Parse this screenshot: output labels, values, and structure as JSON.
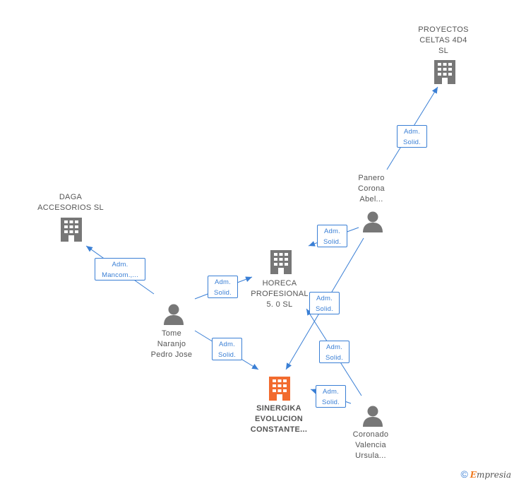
{
  "nodes": {
    "proyectos": {
      "label": "PROYECTOS\nCELTAS 4D4\nSL",
      "type": "company"
    },
    "daga": {
      "label": "DAGA\nACCESORIOS SL",
      "type": "company"
    },
    "horeca": {
      "label": "HORECA\nPROFESIONAL\n5. 0  SL",
      "type": "company"
    },
    "sinergika": {
      "label": "SINERGIKA\nEVOLUCION\nCONSTANTE...",
      "type": "company-main"
    },
    "panero": {
      "label": "Panero\nCorona\nAbel...",
      "type": "person"
    },
    "tome": {
      "label": "Tome\nNaranjo\nPedro Jose",
      "type": "person"
    },
    "coronado": {
      "label": "Coronado\nValencia\nUrsula...",
      "type": "person"
    }
  },
  "relations": [
    {
      "line1": "Adm.",
      "line2": "Solid."
    },
    {
      "line1": "Adm.",
      "line2": "Solid."
    },
    {
      "line1": "Adm.",
      "line2": "Mancom.,..."
    },
    {
      "line1": "Adm.",
      "line2": "Solid."
    },
    {
      "line1": "Adm.",
      "line2": "Solid."
    },
    {
      "line1": "Adm.",
      "line2": "Solid."
    },
    {
      "line1": "Adm.",
      "line2": "Solid."
    },
    {
      "line1": "Adm.",
      "line2": "Solid."
    }
  ],
  "colors": {
    "edge": "#3a7fd5",
    "company": "#777777",
    "main_company": "#f26b2e",
    "person": "#777777"
  },
  "footer": {
    "copyright": "©",
    "brand_initial": "E",
    "brand_rest": "mpresia"
  }
}
